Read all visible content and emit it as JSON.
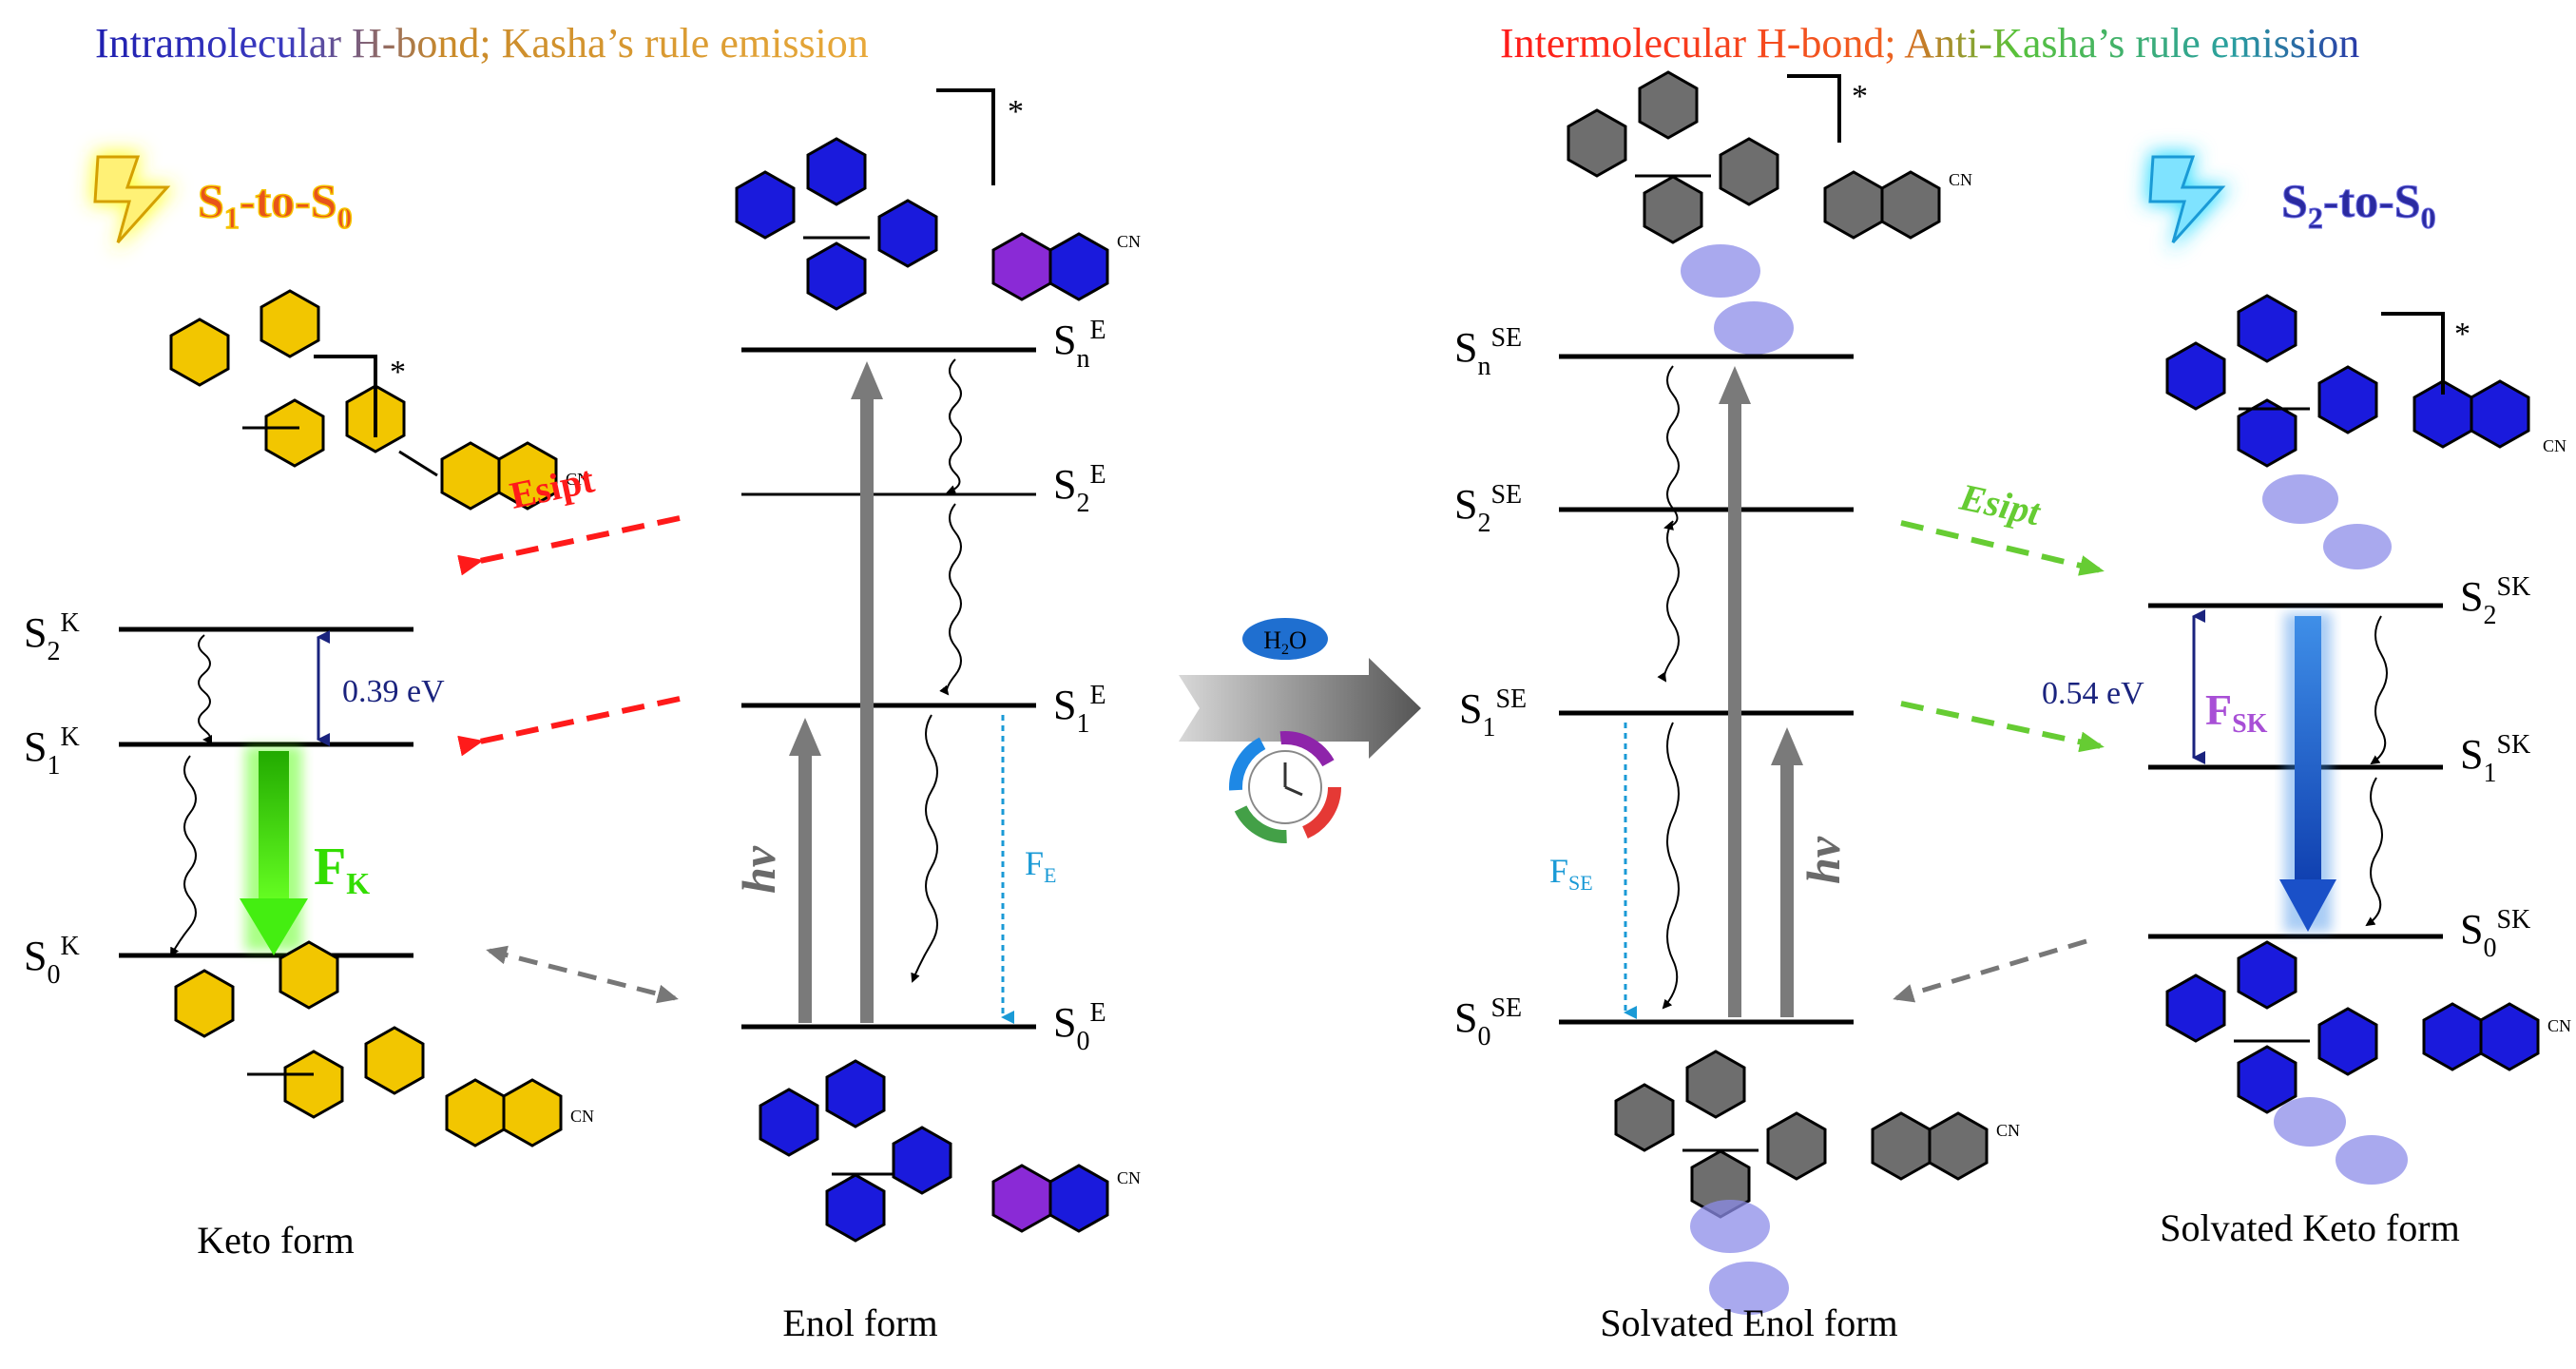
{
  "headers": {
    "left_part1": "Intramolecular H-bond; ",
    "left_part2": "Kasha’s rule emission",
    "right_part1": "Intermolecular H-bond; ",
    "right_part2": "Anti-Kasha’s rule emission"
  },
  "badges": {
    "left": {
      "text": "S1-to-S0",
      "sub1": "1",
      "sub2": "0"
    },
    "right": {
      "text": "S2-to-S0",
      "sub1": "2",
      "sub2": "0"
    }
  },
  "keto": {
    "levels": {
      "S2": "S",
      "S2_sub": "2",
      "S2_sup": "K",
      "S1": "S",
      "S1_sub": "1",
      "S1_sup": "K",
      "S0": "S",
      "S0_sub": "0",
      "S0_sup": "K"
    },
    "gap": "0.39 eV",
    "emission": "F",
    "emission_sub": "K",
    "caption": "Keto form"
  },
  "enol": {
    "levels": {
      "Sn": "S",
      "Sn_sub": "n",
      "Sn_sup": "E",
      "S2": "S",
      "S2_sub": "2",
      "S2_sup": "E",
      "S1": "S",
      "S1_sub": "1",
      "S1_sup": "E",
      "S0": "S",
      "S0_sub": "0",
      "S0_sup": "E"
    },
    "hv": "hν",
    "emission": "F",
    "emission_sub": "E",
    "caption": "Enol form"
  },
  "solvated_enol": {
    "levels": {
      "Sn": "S",
      "Sn_sub": "n",
      "Sn_sup": "SE",
      "S2": "S",
      "S2_sub": "2",
      "S2_sup": "SE",
      "S1": "S",
      "S1_sub": "1",
      "S1_sup": "SE",
      "S0": "S",
      "S0_sub": "0",
      "S0_sup": "SE"
    },
    "hv": "hν",
    "emission": "F",
    "emission_sub": "SE",
    "caption": "Solvated Enol form"
  },
  "solvated_keto": {
    "levels": {
      "S2": "S",
      "S2_sub": "2",
      "S2_sup": "SK",
      "S1": "S",
      "S1_sub": "1",
      "S1_sup": "SK",
      "S0": "S",
      "S0_sub": "0",
      "S0_sup": "SK"
    },
    "gap": "0.54 eV",
    "emission": "F",
    "emission_sub": "SK",
    "caption": "Solvated Keto form"
  },
  "process_labels": {
    "esipt_left": "Esipt",
    "esipt_right": "Esipt"
  },
  "center": {
    "water": "H2O",
    "water_sub": "2",
    "excited_mark": "*"
  },
  "molecule_labels": {
    "cn": "CN"
  },
  "colors": {
    "enol_blue": "#1a1adc",
    "keto_yellow": "#e8c400",
    "solvated_gray": "#6e6e6e",
    "water_blob": "#8c8ce8",
    "esipt_red": "#ff1a1a",
    "esipt_green": "#66cc33",
    "fk_green": "#33dd00",
    "fsk_blue": "#1e5fd0",
    "fe_cyan": "#1a9ad6",
    "gap_navy": "#1a237e",
    "fsk_violet": "#a84fd6"
  }
}
